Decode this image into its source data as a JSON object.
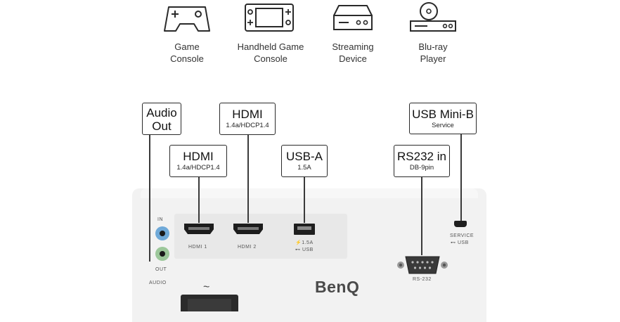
{
  "devices": [
    {
      "icon": "game-console-icon",
      "line1": "Game",
      "line2": "Console"
    },
    {
      "icon": "handheld-game-console-icon",
      "line1": "Handheld Game",
      "line2": "Console"
    },
    {
      "icon": "streaming-device-icon",
      "line1": "Streaming",
      "line2": "Device"
    },
    {
      "icon": "bluray-player-icon",
      "line1": "Blu-ray",
      "line2": "Player"
    }
  ],
  "callouts": {
    "audio_out": {
      "title1": "Audio",
      "title2": "Out"
    },
    "hdmi_1": {
      "title": "HDMI",
      "sub": "1.4a/HDCP1.4"
    },
    "hdmi_2": {
      "title": "HDMI",
      "sub": "1.4a/HDCP1.4"
    },
    "usb_a": {
      "title": "USB-A",
      "sub": "1.5A"
    },
    "rs232": {
      "title": "RS232 in",
      "sub": "DB-9pin"
    },
    "usb_mini_b": {
      "title": "USB Mini-B",
      "sub": "Service"
    }
  },
  "panel": {
    "audio_in": "IN",
    "audio_out": "OUT",
    "audio": "AUDIO",
    "hdmi1": "HDMI 1",
    "hdmi2": "HDMI 2",
    "usb_power": "⚡1.5A",
    "usb_label": "⊷ USB",
    "service": "SERVICE",
    "service_usb": "⊷ USB",
    "rs232": "RS-232",
    "ac_symbol": "~",
    "brand": "BenQ"
  },
  "colors": {
    "audio_in_jack": "#6fa9d8",
    "audio_out_jack": "#9cc79a",
    "outline": "#2a2a2a"
  }
}
